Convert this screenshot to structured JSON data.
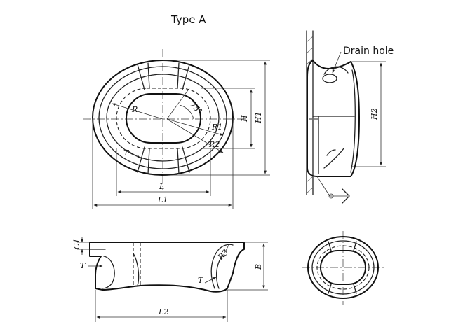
{
  "title": "Type A",
  "drain_label": "Drain hole",
  "dims": {
    "L": "L",
    "L1": "L1",
    "L2": "L2",
    "H": "H",
    "H1": "H1",
    "H2": "H2",
    "B": "B",
    "C": "C1",
    "R": "R",
    "R1": "R1",
    "R2": "R2",
    "R3": "R3",
    "T_top": "T",
    "T_front": "T",
    "T_front2": "T",
    "angle": "75°"
  }
}
